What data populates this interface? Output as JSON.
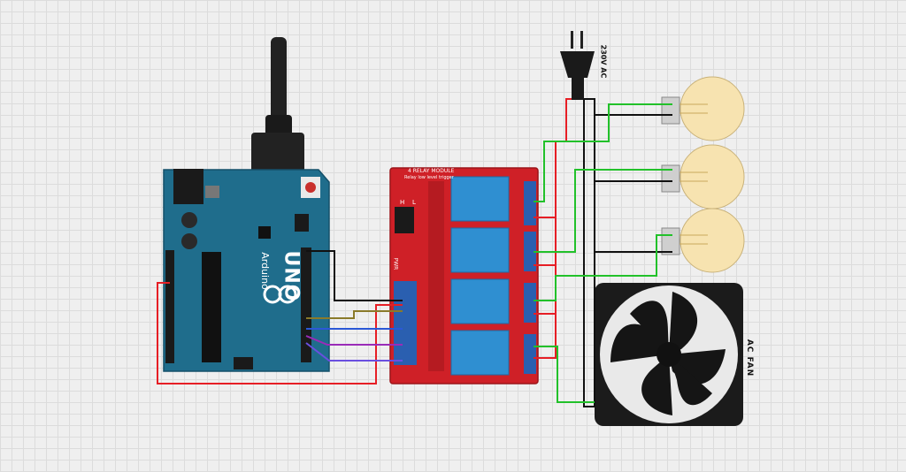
{
  "arduino": {
    "model": "UNO",
    "brand": "Arduino"
  },
  "relay_module": {
    "title": "4 RELAY MODULE",
    "subtitle": "Relay low level trigger",
    "pwr": "PWR",
    "jumper_h": "H",
    "jumper_l": "L"
  },
  "power": {
    "label": "230V AC"
  },
  "fan": {
    "label": "AC FAN"
  },
  "bulbs": [
    {
      "id": "bulb-1"
    },
    {
      "id": "bulb-2"
    },
    {
      "id": "bulb-3"
    }
  ],
  "colors": {
    "arduino_board": "#1f6d8c",
    "relay_board": "#cf2027",
    "relay_block": "#2f8fd1",
    "terminal": "#2a5fb0",
    "wire_red": "#e61e25",
    "wire_black": "#111111",
    "wire_green": "#22c12a",
    "wire_olive": "#8a7a2a",
    "wire_blue": "#2b58d6",
    "wire_purple": "#9a2bb8",
    "wire_violet": "#6a4fe0",
    "bulb_glass": "#f7e3b0"
  }
}
